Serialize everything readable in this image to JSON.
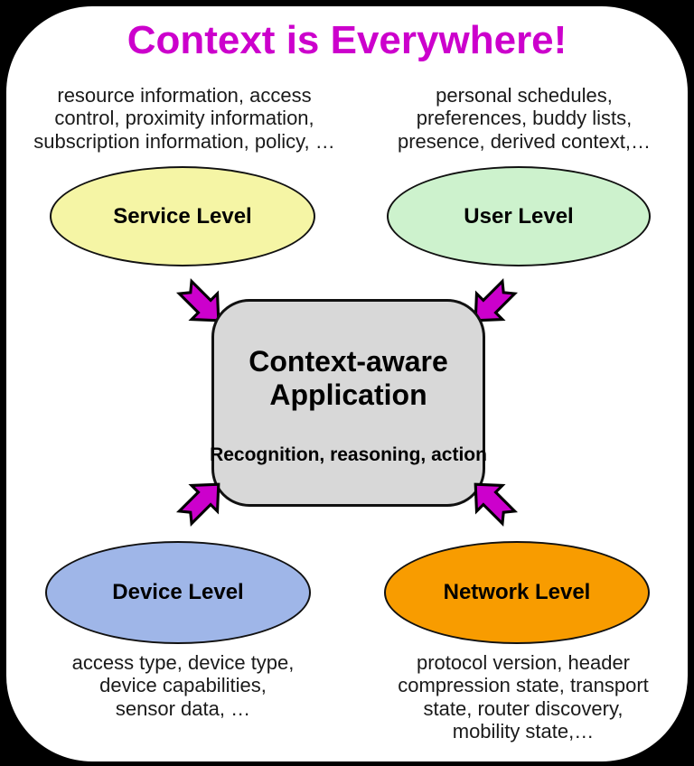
{
  "title": "Context is Everywhere!",
  "colors": {
    "background": "#000000",
    "panel": "#FFFFFF",
    "title_text": "#CC00CC",
    "arrow_fill": "#CC00CC",
    "service_fill": "#F5F5A5",
    "user_fill": "#CDF2CD",
    "device_fill": "#9FB6E8",
    "network_fill": "#F89C00",
    "app_box_fill": "#D8D8D8"
  },
  "nodes": {
    "service": {
      "label": "Service Level"
    },
    "user": {
      "label": "User Level"
    },
    "device": {
      "label": "Device Level"
    },
    "network": {
      "label": "Network Level"
    }
  },
  "annotations": {
    "service": {
      "lines": [
        "resource information, access",
        "control, proximity information,",
        "subscription information, policy, …"
      ]
    },
    "user": {
      "lines": [
        "personal schedules,",
        "preferences, buddy lists,",
        "presence, derived context,…"
      ]
    },
    "device": {
      "lines": [
        "access type, device type,",
        "device capabilities,",
        "sensor data, …"
      ]
    },
    "network": {
      "lines": [
        "protocol version, header",
        "compression state, transport",
        "state, router discovery,",
        "mobility state,…"
      ]
    }
  },
  "center": {
    "title_line1": "Context-aware",
    "title_line2": "Application",
    "subtitle": "Recognition, reasoning, action"
  }
}
